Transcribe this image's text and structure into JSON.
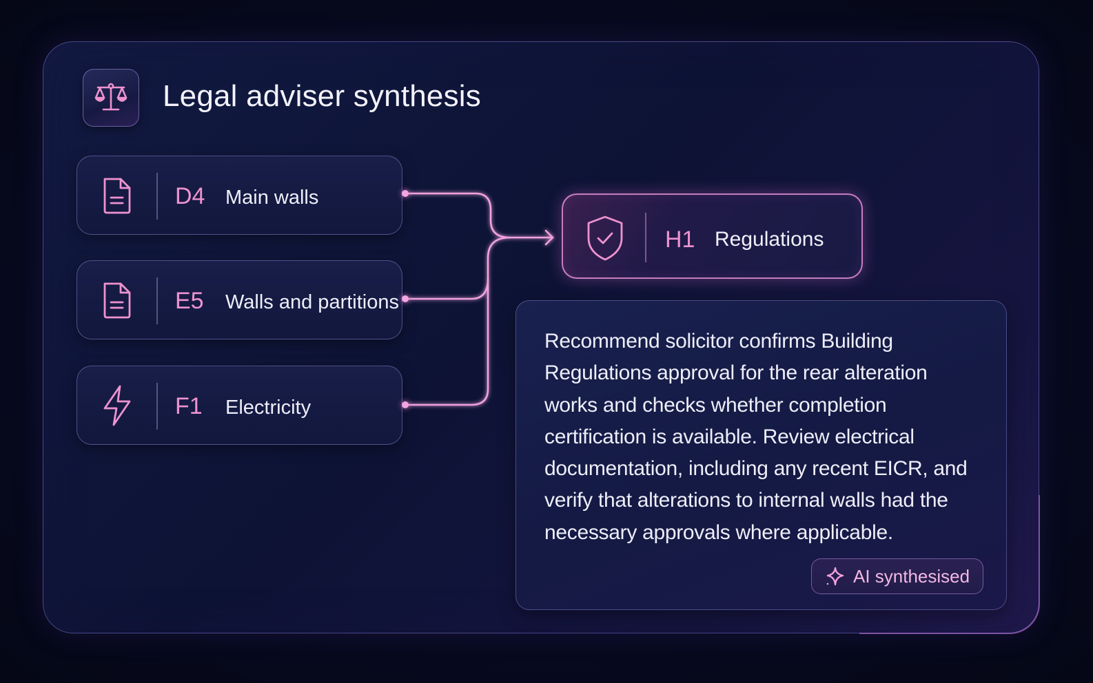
{
  "header": {
    "title": "Legal adviser synthesis",
    "icon": "scales-icon"
  },
  "sources": [
    {
      "code": "D4",
      "label": "Main walls",
      "icon": "document-icon"
    },
    {
      "code": "E5",
      "label": "Walls and partitions",
      "icon": "document-icon"
    },
    {
      "code": "F1",
      "label": "Electricity",
      "icon": "lightning-icon"
    }
  ],
  "target": {
    "code": "H1",
    "label": "Regulations",
    "icon": "shield-check-icon"
  },
  "summary": {
    "text": "Recommend solicitor confirms Building Regulations approval for the rear alteration works and checks whether completion certification is available. Review electrical documentation, including any recent EICR, and verify that alterations to internal walls had the necessary approvals where applicable.",
    "badge_label": "AI synthesised",
    "badge_icon": "sparkle-icon"
  },
  "colors": {
    "accent_pink": "#ee93cf",
    "background": "#070a1f",
    "panel": "#121a42",
    "text": "#eeeef8"
  }
}
